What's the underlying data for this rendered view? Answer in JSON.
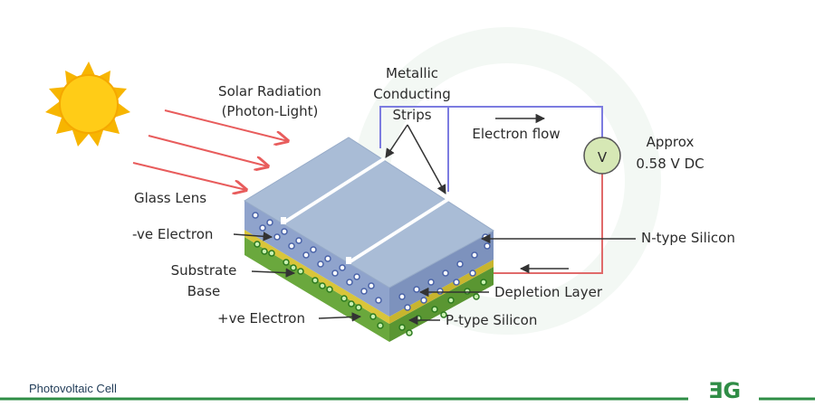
{
  "labels": {
    "solar_radiation_1": "Solar Radiation",
    "solar_radiation_2": "(Photon-Light)",
    "metallic_1": "Metallic",
    "metallic_2": "Conducting",
    "metallic_3": "Strips",
    "electron_flow": "Electron flow",
    "voltmeter_symbol": "V",
    "approx_1": "Approx",
    "approx_2": "0.58 V DC",
    "glass_lens": "Glass Lens",
    "neg_electron": "-ve Electron",
    "substrate_1": "Substrate",
    "substrate_2": "Base",
    "pos_electron": "+ve Electron",
    "n_type": "N-type Silicon",
    "depletion": "Depletion Layer",
    "p_type": "P-type Silicon"
  },
  "footer": {
    "caption": "Photovoltaic Cell",
    "logo": "ƎG"
  },
  "colors": {
    "sun": "#f7b500",
    "ray": "#e85c5c",
    "wire_blue": "#7c7ce0",
    "wire_red": "#e06a6a",
    "glass_top": "#a9bcd6",
    "n_layer": "#8fa3cc",
    "depletion": "#d9c53a",
    "p_layer": "#6aa83d",
    "voltmeter": "#d6e8b5",
    "footer_line": "#2f8d46"
  }
}
